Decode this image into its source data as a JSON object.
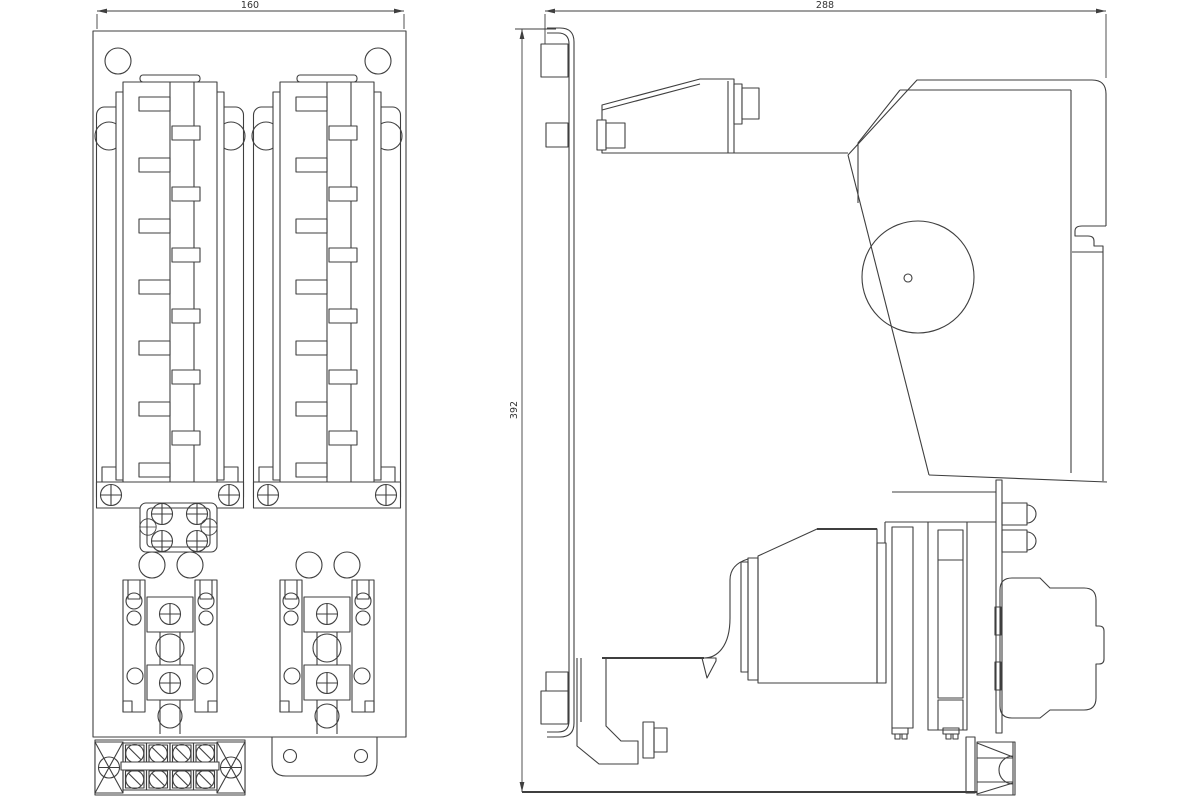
{
  "drawing": {
    "background": "#ffffff",
    "line_color": "#3f3f3f",
    "dimensions": {
      "front_width": "160",
      "side_depth": "288",
      "height": "392"
    }
  }
}
